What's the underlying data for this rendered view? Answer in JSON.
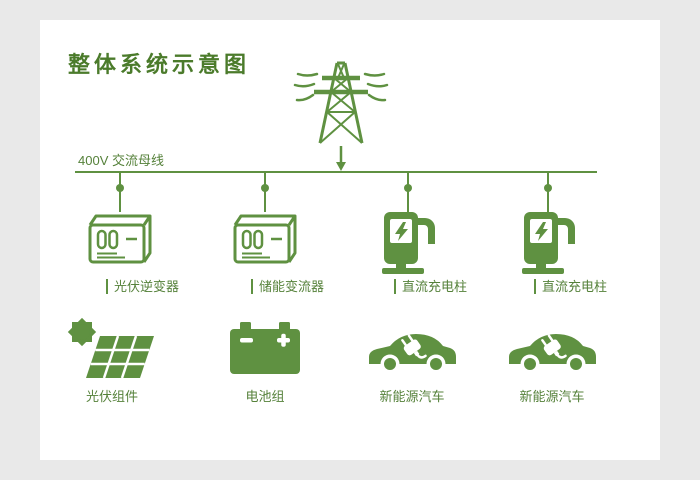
{
  "title": "整体系统示意图",
  "bus": {
    "label": "400V 交流母线"
  },
  "columns": [
    {
      "top_label": "光伏逆变器",
      "bottom_label": "光伏组件",
      "top_icon": "pv-inverter-icon",
      "bottom_icon": "solar-panel-icon"
    },
    {
      "top_label": "储能变流器",
      "bottom_label": "电池组",
      "top_icon": "storage-converter-icon",
      "bottom_icon": "battery-pack-icon"
    },
    {
      "top_label": "直流充电柱",
      "bottom_label": "新能源汽车",
      "top_icon": "dc-charger-icon",
      "bottom_icon": "ev-car-icon"
    },
    {
      "top_label": "直流充电柱",
      "bottom_label": "新能源汽车",
      "top_icon": "dc-charger-icon",
      "bottom_icon": "ev-car-icon"
    }
  ],
  "icons": {
    "grid": "transmission-tower-icon",
    "feed": "down-arrow-icon",
    "node": "bus-node-dot"
  },
  "colors": {
    "accent": "#5f9141",
    "title": "#4b7b2b",
    "labeltext": "#55813a",
    "background": "#e9e9e9",
    "card": "#ffffff"
  }
}
